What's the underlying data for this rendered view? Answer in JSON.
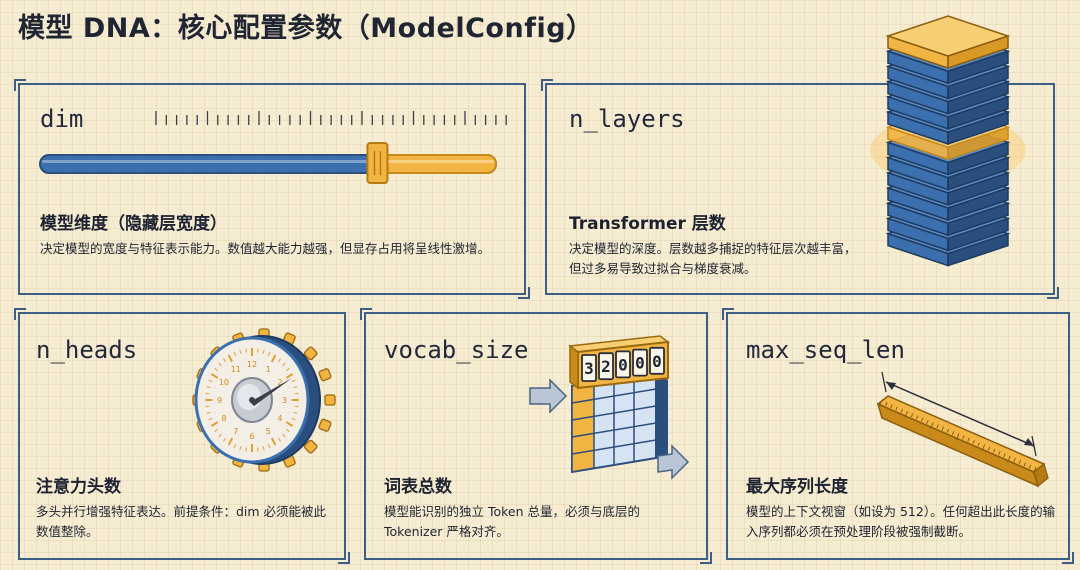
{
  "title": "模型 DNA：核心配置参数（ModelConfig）",
  "cards": {
    "dim": {
      "param": "dim",
      "heading": "模型维度（隐藏层宽度）",
      "desc": "决定模型的宽度与特征表示能力。数值越大能力越强，但显存占用将呈线性激增。",
      "slider_fraction": 0.74
    },
    "n_layers": {
      "param": "n_layers",
      "heading": "Transformer 层数",
      "desc": "决定模型的深度。层数越多捕捉的特征层次越丰富，但过多易导致过拟合与梯度衰减。"
    },
    "n_heads": {
      "param": "n_heads",
      "heading": "注意力头数",
      "desc": "多头并行增强特征表达。前提条件：dim 必须能被此数值整除。",
      "dial_labels": [
        "1",
        "2",
        "3",
        "4",
        "5",
        "6",
        "7",
        "8",
        "9",
        "10",
        "11",
        "12"
      ]
    },
    "vocab_size": {
      "param": "vocab_size",
      "heading": "词表总数",
      "desc": "模型能识别的独立 Token 总量，必须与底层的 Tokenizer 严格对齐。",
      "counter_digits": [
        "3",
        "2",
        "0",
        "0",
        "0"
      ]
    },
    "max_seq_len": {
      "param": "max_seq_len",
      "heading": "最大序列长度",
      "desc": "模型的上下文视窗（如设为 512）。任何超出此长度的输入序列都必须在预处理阶段被强制截断。"
    }
  },
  "colors": {
    "blue": "#3b6fae",
    "dark_blue": "#2a4f7e",
    "orange": "#f2b443",
    "dark_orange": "#c98a1a",
    "border": "#3d5f86"
  }
}
